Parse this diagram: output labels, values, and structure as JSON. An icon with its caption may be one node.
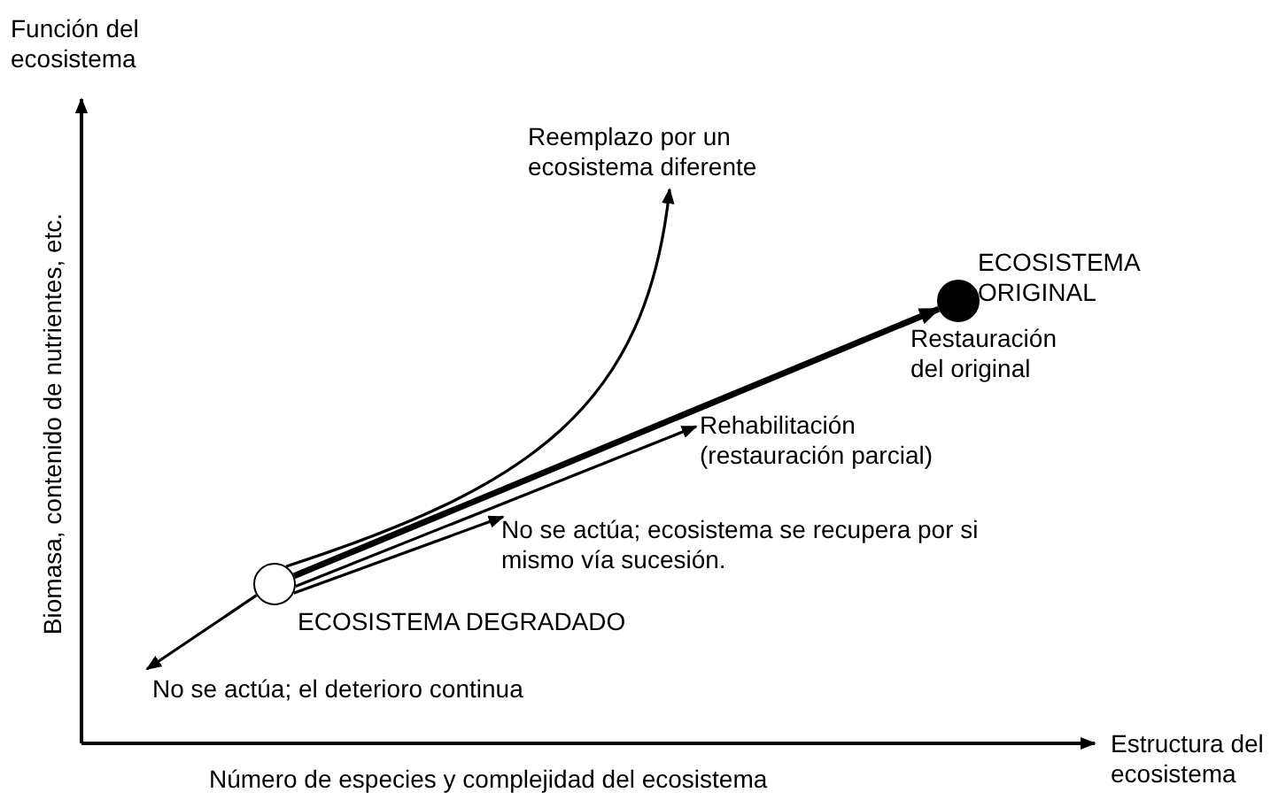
{
  "diagram": {
    "nodes": [
      {
        "text": [],
        "shape": "circle",
        "beside": [
          "ECOSISTEMA DEGRADADO"
        ]
      },
      {
        "text": [],
        "shape": "circle",
        "beside": [
          "ECOSISTEMA ORIGINAL"
        ]
      },
      {
        "text": [
          "Reemplazo por un ecosistema diferente"
        ]
      },
      {
        "text": [
          "Rehabilitación (restauración parcial)"
        ]
      },
      {
        "text": [
          "No se actúa; ecosistema se recupera por si mismo vía sucesión."
        ]
      },
      {
        "text": [
          "No se actúa; el deterioro continua"
        ]
      }
    ],
    "edges": [
      {
        "from": 0,
        "to": 2,
        "arrow": "to"
      },
      {
        "from": 0,
        "to": 1,
        "arrow": "to",
        "label": "Restauración del original",
        "style": "thick"
      },
      {
        "from": 0,
        "to": 3,
        "arrow": "to"
      },
      {
        "from": 0,
        "to": 4,
        "arrow": "to"
      },
      {
        "from": 0,
        "to": 5,
        "arrow": "to"
      }
    ],
    "labels": [
      "Función del ecosistema",
      "Biomasa, contenido de nutrientes, etc.",
      "Estructura del ecosistema",
      "Número de especies y complejidad del ecosistema"
    ]
  }
}
